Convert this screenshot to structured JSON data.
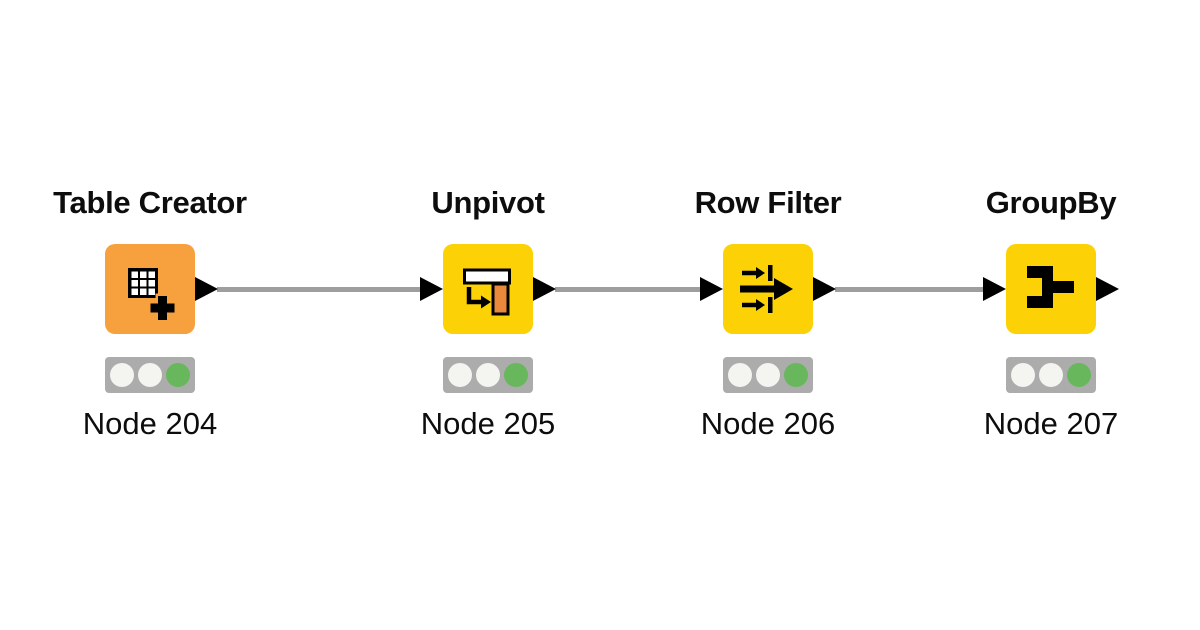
{
  "workflow": {
    "nodes": [
      {
        "title": "Table Creator",
        "label": "Node 204",
        "category": "source",
        "icon": "table-create-icon",
        "body_color": "#f7a13e",
        "ports": {
          "input": false,
          "output": true
        },
        "status": {
          "state": "executed",
          "lights": [
            "off",
            "off",
            "green"
          ]
        }
      },
      {
        "title": "Unpivot",
        "label": "Node 205",
        "category": "manipulator",
        "icon": "unpivot-icon",
        "body_color": "#fcd206",
        "ports": {
          "input": true,
          "output": true
        },
        "status": {
          "state": "executed",
          "lights": [
            "off",
            "off",
            "green"
          ]
        }
      },
      {
        "title": "Row Filter",
        "label": "Node 206",
        "category": "manipulator",
        "icon": "row-filter-icon",
        "body_color": "#fcd206",
        "ports": {
          "input": true,
          "output": true
        },
        "status": {
          "state": "executed",
          "lights": [
            "off",
            "off",
            "green"
          ]
        }
      },
      {
        "title": "GroupBy",
        "label": "Node 207",
        "category": "manipulator",
        "icon": "groupby-icon",
        "body_color": "#fcd206",
        "ports": {
          "input": true,
          "output": true
        },
        "status": {
          "state": "executed",
          "lights": [
            "off",
            "off",
            "green"
          ]
        }
      }
    ],
    "connections": [
      {
        "from": "Node 204",
        "to": "Node 205"
      },
      {
        "from": "Node 205",
        "to": "Node 206"
      },
      {
        "from": "Node 206",
        "to": "Node 207"
      }
    ],
    "colors": {
      "source_node": "#f7a13e",
      "manipulator_node": "#fcd206",
      "port_black": "#000000",
      "connection_gray": "#9e9e9e",
      "status_green": "#68b75c",
      "status_off_white": "#f4f4f1",
      "status_bar_gray": "#acacac",
      "icon_accent_orange": "#e8893b",
      "text_black": "#0d0d0d",
      "background": "#ffffff"
    }
  }
}
